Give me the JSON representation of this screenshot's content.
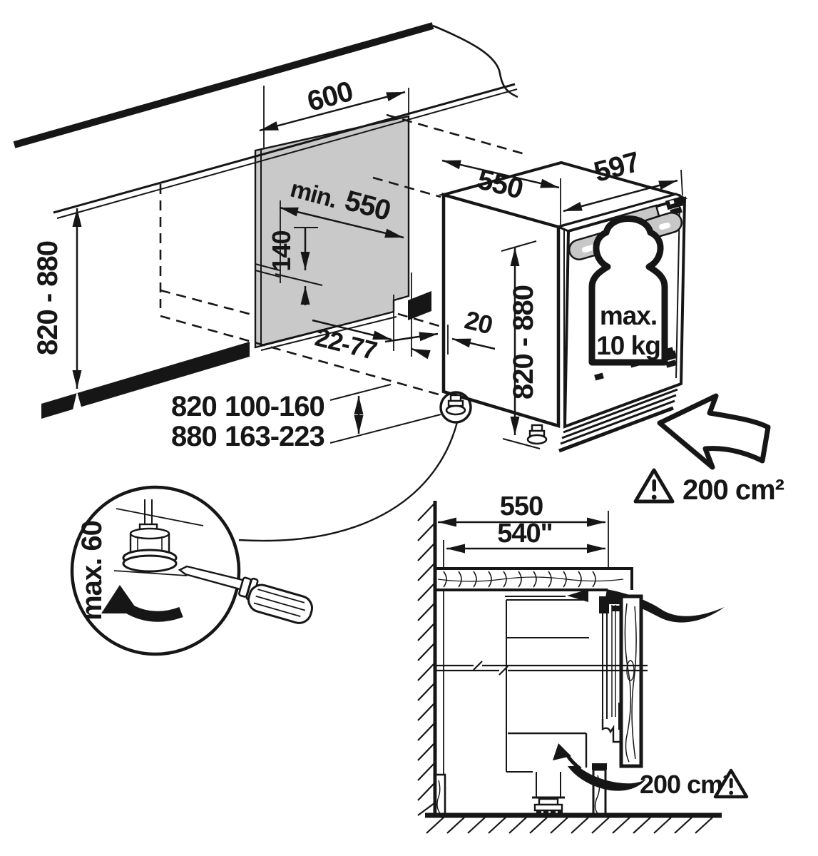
{
  "figure": {
    "niche": {
      "width_label": "600",
      "depth_min_prefix": "min.",
      "depth_min_value": "550",
      "rear_step_label": "140",
      "rear_gap_label": "22-77",
      "height_label": "820 - 880"
    },
    "appliance": {
      "depth_label": "550",
      "width_label": "597",
      "height_label": "820 - 880",
      "rear_gap_label": "20",
      "door_weight_line1": "max.",
      "door_weight_line2": "10 kg"
    },
    "plinth_table": {
      "rows": [
        {
          "niche_height": "820",
          "plinth_range": "100-160"
        },
        {
          "niche_height": "880",
          "plinth_range": "163-223"
        }
      ]
    },
    "ventilation_upper": "200 cm²",
    "ventilation_lower": "200 cm²",
    "foot_adjustment": "max. 60",
    "cross_section": {
      "recess_depth_label": "550",
      "clear_depth_label": "540\""
    },
    "colors": {
      "line": "#161616",
      "panel_gray": "#c9c9c9",
      "rail_gray": "#c8c8c8"
    }
  }
}
